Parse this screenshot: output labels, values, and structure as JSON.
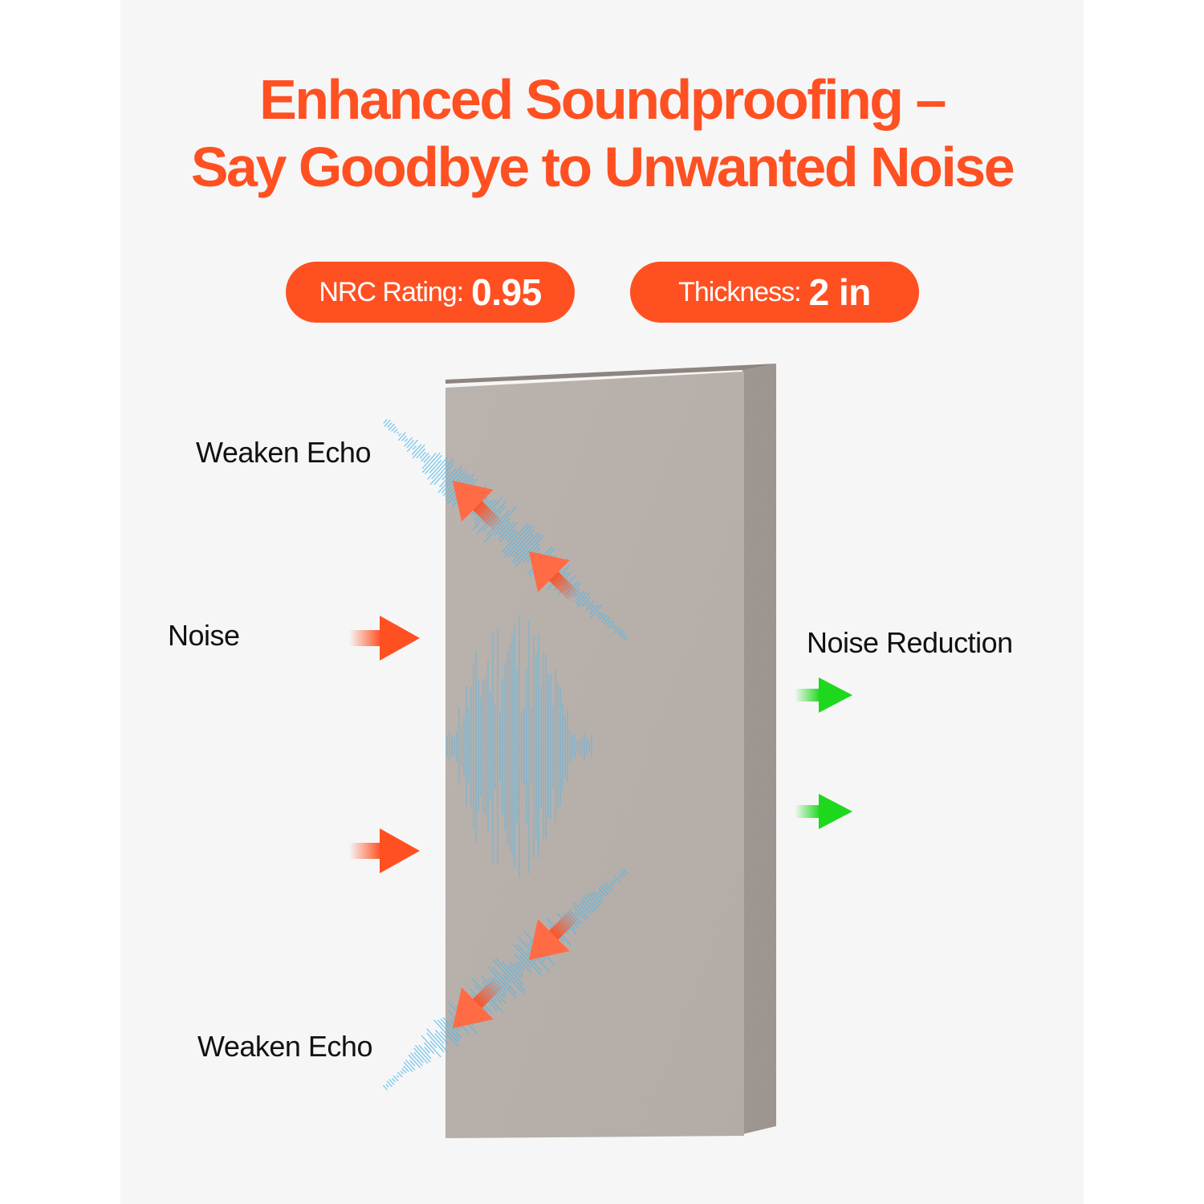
{
  "headline": {
    "line1": "Enhanced Soundproofing –",
    "line2": "Say Goodbye to Unwanted Noise"
  },
  "specs": [
    {
      "label": "NRC Rating:",
      "value": "0.95"
    },
    {
      "label": "Thickness:",
      "value": "2 in"
    }
  ],
  "diagram": {
    "labels": {
      "echo_top": "Weaken Echo",
      "noise": "Noise",
      "noise_reduction": "Noise Reduction",
      "echo_bottom": "Weaken Echo"
    },
    "product": "acoustic-panel",
    "arrows": {
      "incoming": "orange-arrow-icon",
      "reflected": "orange-arrow-icon",
      "transmitted": "green-arrow-icon"
    }
  },
  "colors": {
    "accent": "#ff5022",
    "panel_bg": "#f6f6f6",
    "wave": "#4fb8ec",
    "pass_arrow": "#1ed81e",
    "panel_face": "#b9b1ab",
    "panel_edge": "#948b85"
  }
}
